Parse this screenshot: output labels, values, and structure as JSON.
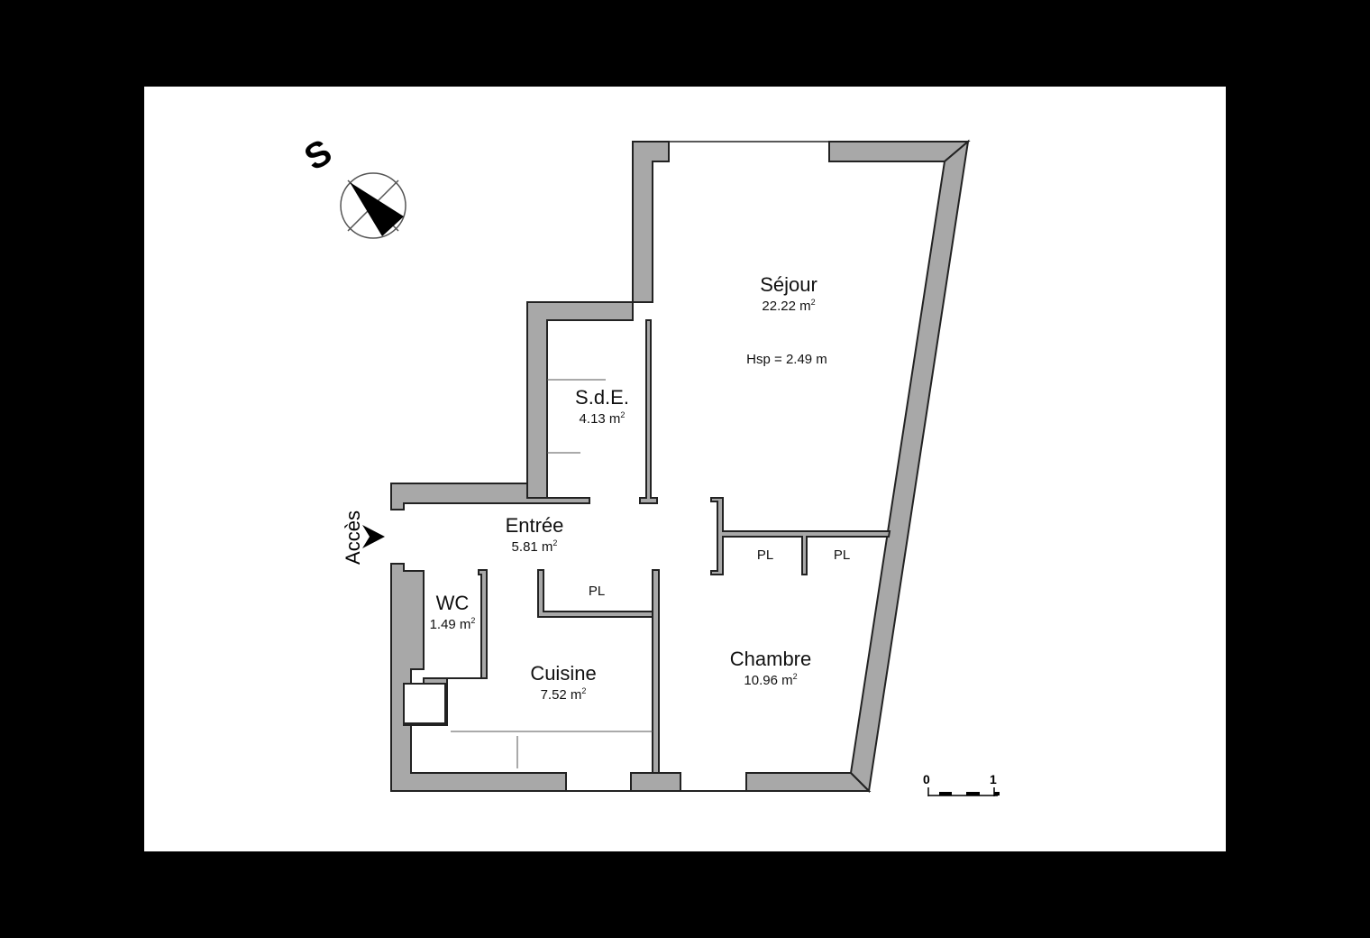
{
  "plan": {
    "orientation": {
      "letter": "S"
    },
    "access": {
      "label": "Accès"
    },
    "rooms": {
      "sejour": {
        "name": "Séjour",
        "area": "22.22 m",
        "area_unit_exp": "2",
        "height_note": "Hsp = 2.49 m"
      },
      "sde": {
        "name": "S.d.E.",
        "area": "4.13 m",
        "area_unit_exp": "2"
      },
      "entree": {
        "name": "Entrée",
        "area": "5.81 m",
        "area_unit_exp": "2"
      },
      "wc": {
        "name": "WC",
        "area": "1.49 m",
        "area_unit_exp": "2"
      },
      "cuisine": {
        "name": "Cuisine",
        "area": "7.52 m",
        "area_unit_exp": "2"
      },
      "chambre": {
        "name": "Chambre",
        "area": "10.96 m",
        "area_unit_exp": "2"
      }
    },
    "closets": [
      {
        "label": "PL"
      },
      {
        "label": "PL"
      },
      {
        "label": "PL"
      }
    ],
    "scale": {
      "start": "0",
      "end": "1"
    },
    "colors": {
      "wall_fill": "#a8a8a8",
      "wall_stroke": "#222222",
      "background": "#000000",
      "sheet": "#ffffff"
    }
  }
}
